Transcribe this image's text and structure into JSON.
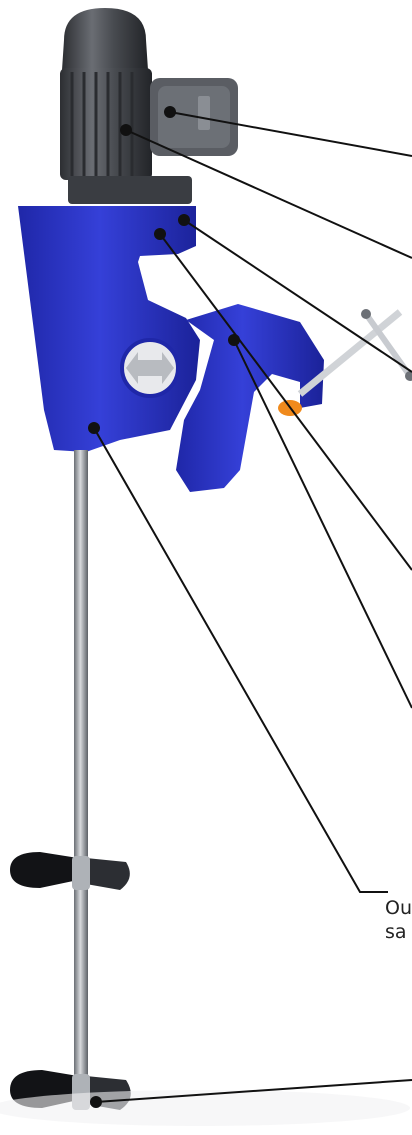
{
  "callouts": [
    {
      "id": "terminal-box",
      "text": ""
    },
    {
      "id": "motor",
      "text": ""
    },
    {
      "id": "motor-flange",
      "text": ""
    },
    {
      "id": "clamp-housing",
      "text": ""
    },
    {
      "id": "clamp",
      "text": ""
    },
    {
      "id": "mixer-body",
      "lines": [
        "Ou",
        "sa"
      ]
    },
    {
      "id": "impeller",
      "text": ""
    }
  ],
  "colors": {
    "body_blue": "#2b34c9",
    "motor_gray": "#4a4d52",
    "shaft": "#9ea2a8",
    "leader": "#111111",
    "clamp_pad": "#f08a1c"
  }
}
